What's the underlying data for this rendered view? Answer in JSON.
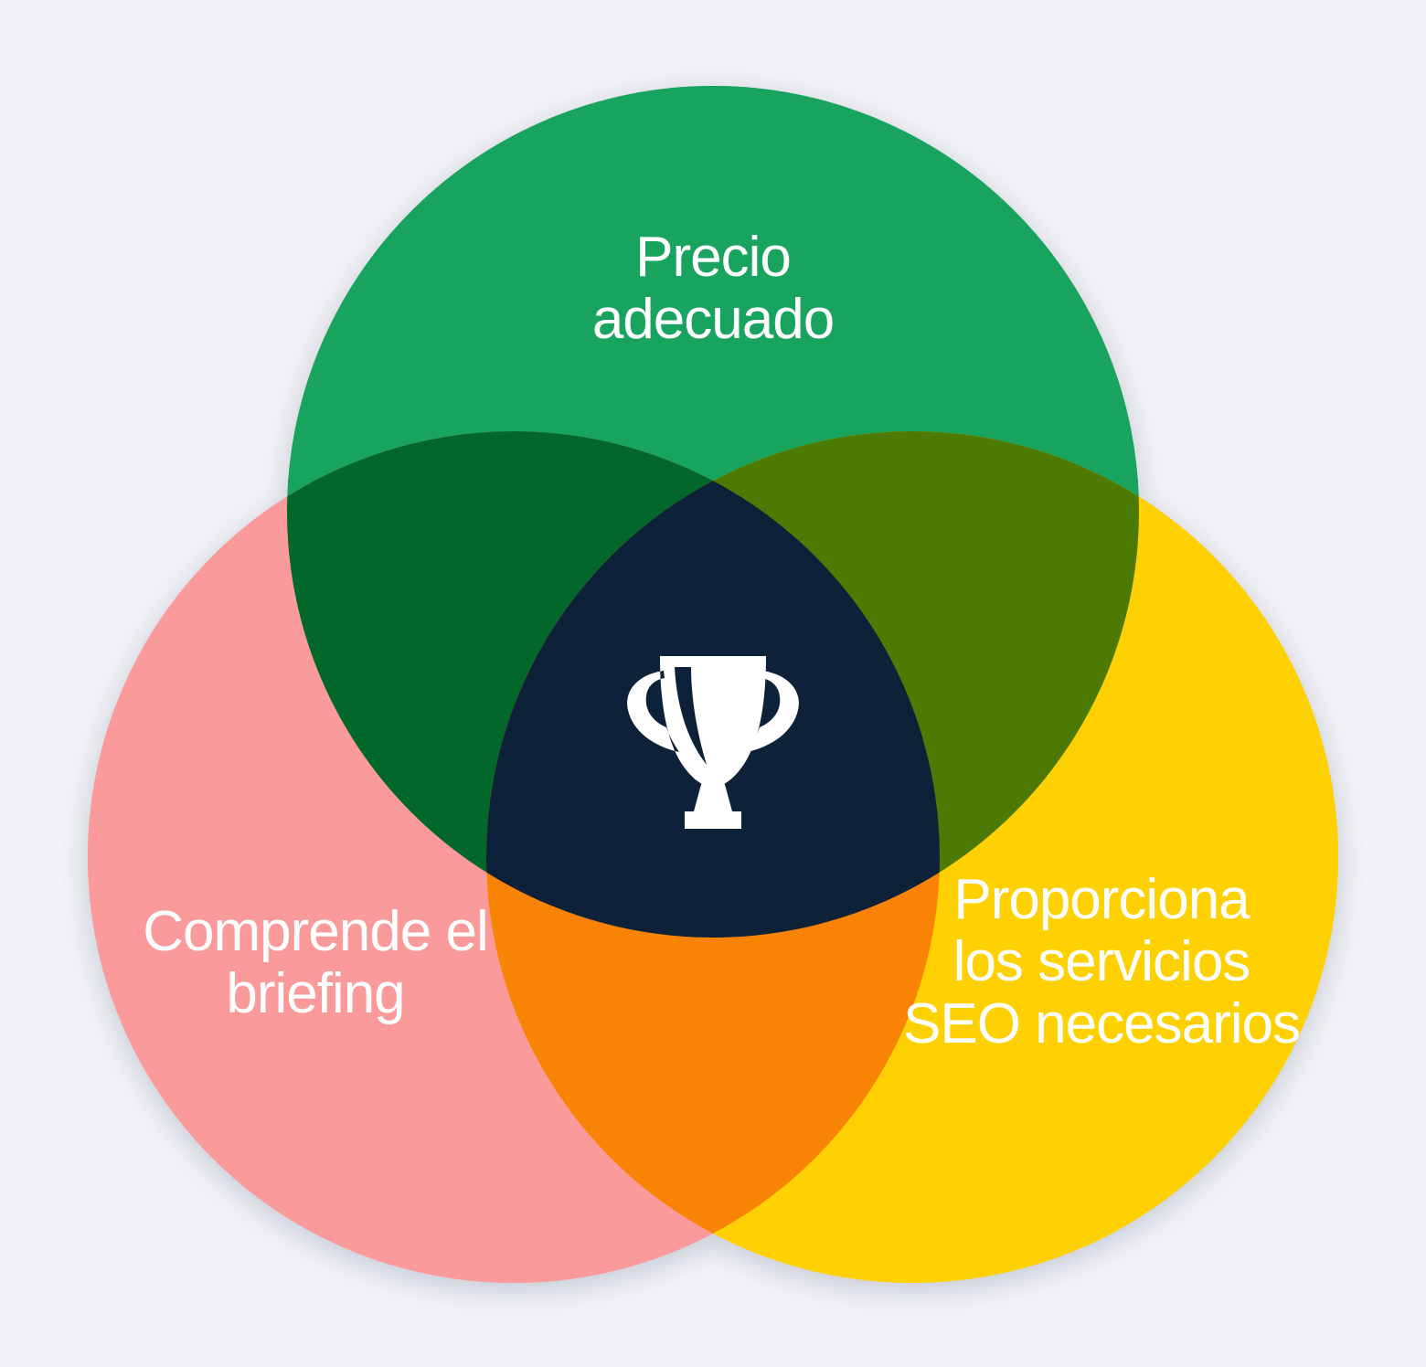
{
  "diagram": {
    "type": "venn-diagram",
    "colors": {
      "background": "#F1F2F6",
      "green": "#18A45E",
      "pink": "#FA9A9A",
      "yellow": "#FFD102",
      "dark_green": "#02672B",
      "olive": "#4D7A02",
      "orange": "#F98304",
      "navy": "#0D2139",
      "icon": "#FFFFFF"
    },
    "sets": [
      {
        "id": "precio",
        "label": "Precio\nadecuado",
        "color_key": "green"
      },
      {
        "id": "briefing",
        "label": "Comprende el\nbriefing",
        "color_key": "pink"
      },
      {
        "id": "seo",
        "label": "Proporciona\nlos servicios\nSEO necesarios",
        "color_key": "yellow"
      }
    ],
    "center_icon": "trophy"
  }
}
